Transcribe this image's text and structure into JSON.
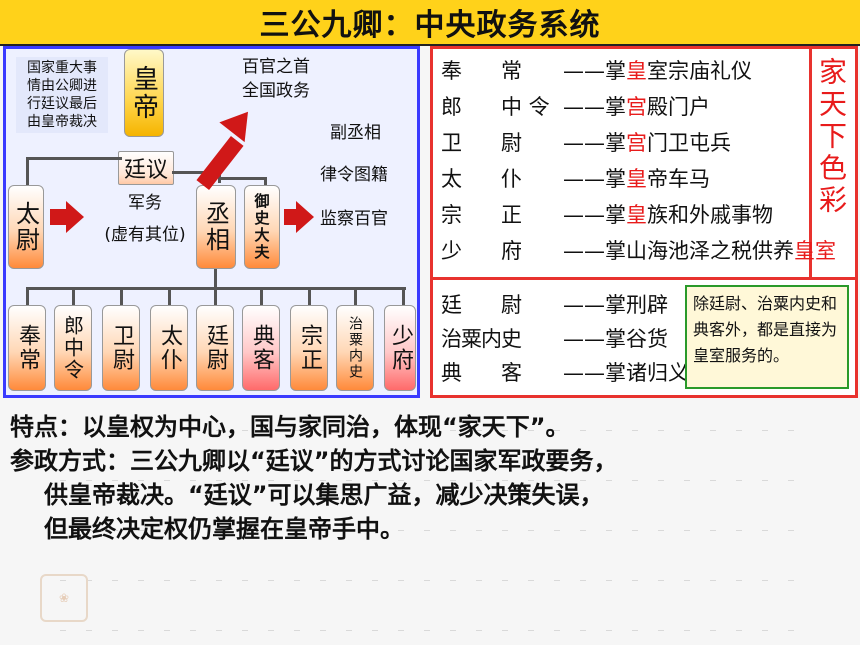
{
  "title": "三公九卿：中央政务系统",
  "diagram": {
    "note": [
      "国家重大事",
      "情由公卿进",
      "行廷议最后",
      "由皇帝裁决"
    ],
    "emperor": "皇帝",
    "tingyi": "廷议",
    "taiwei": "太尉",
    "chengxiang": "丞相",
    "yushidafu": "御史大夫",
    "taiwei_duty": [
      "军务",
      "(虚有其位)"
    ],
    "chengxiang_duty": [
      "百官之首",
      "全国政务"
    ],
    "fu_chengxiang": "副丞相",
    "yushi_duty": [
      "律令图籍",
      "监察百官"
    ],
    "nine_ministers": [
      "奉常",
      "郎中令",
      "卫尉",
      "太仆",
      "廷尉",
      "典客",
      "宗正",
      "治粟内史",
      "少府"
    ]
  },
  "table": {
    "rows_top": [
      {
        "c1": "奉",
        "c2": "常",
        "pre": "——掌",
        "hl": "皇",
        "post": "室宗庙礼仪"
      },
      {
        "c1": "郎",
        "c2": "中 令",
        "pre": "——掌",
        "hl": "宫",
        "post": "殿门户"
      },
      {
        "c1": "卫",
        "c2": "尉",
        "pre": "——掌",
        "hl": "宫",
        "post": "门卫屯兵"
      },
      {
        "c1": "太",
        "c2": "仆",
        "pre": "——掌",
        "hl": "皇",
        "post": "帝车马"
      },
      {
        "c1": "宗",
        "c2": "正",
        "pre": "——掌",
        "hl": "皇",
        "post": "族和外戚事物"
      },
      {
        "c1": "少",
        "c2": "府",
        "pre": "——掌山海池泽之税供养",
        "hl": "皇室",
        "post": ""
      }
    ],
    "rows_bottom": [
      {
        "c1": "廷",
        "c2": "尉",
        "text": "——掌刑辟"
      },
      {
        "c1": "治粟内史",
        "c2": "",
        "text": "——掌谷货"
      },
      {
        "c1": "典",
        "c2": "客",
        "text": "——掌诸归义蛮夷"
      }
    ],
    "jiatianxia": "家天下色彩",
    "exception_note": "除廷尉、治粟内史和典客外，都是直接为皇室服务的。"
  },
  "summary": {
    "line1": "特点：以皇权为中心，国与家同治，体现“家天下”。",
    "line2": "参政方式：三公九卿以“廷议”的方式讨论国家军政要务，",
    "line3": "供皇帝裁决。“廷议”可以集思广益，减少决策失误，",
    "line4": "但最终决定权仍掌握在皇帝手中。"
  },
  "colors": {
    "title_bg": "#ffd21a",
    "left_border": "#3a3aff",
    "right_border": "#e8322e",
    "highlight": "#e81b1b"
  }
}
